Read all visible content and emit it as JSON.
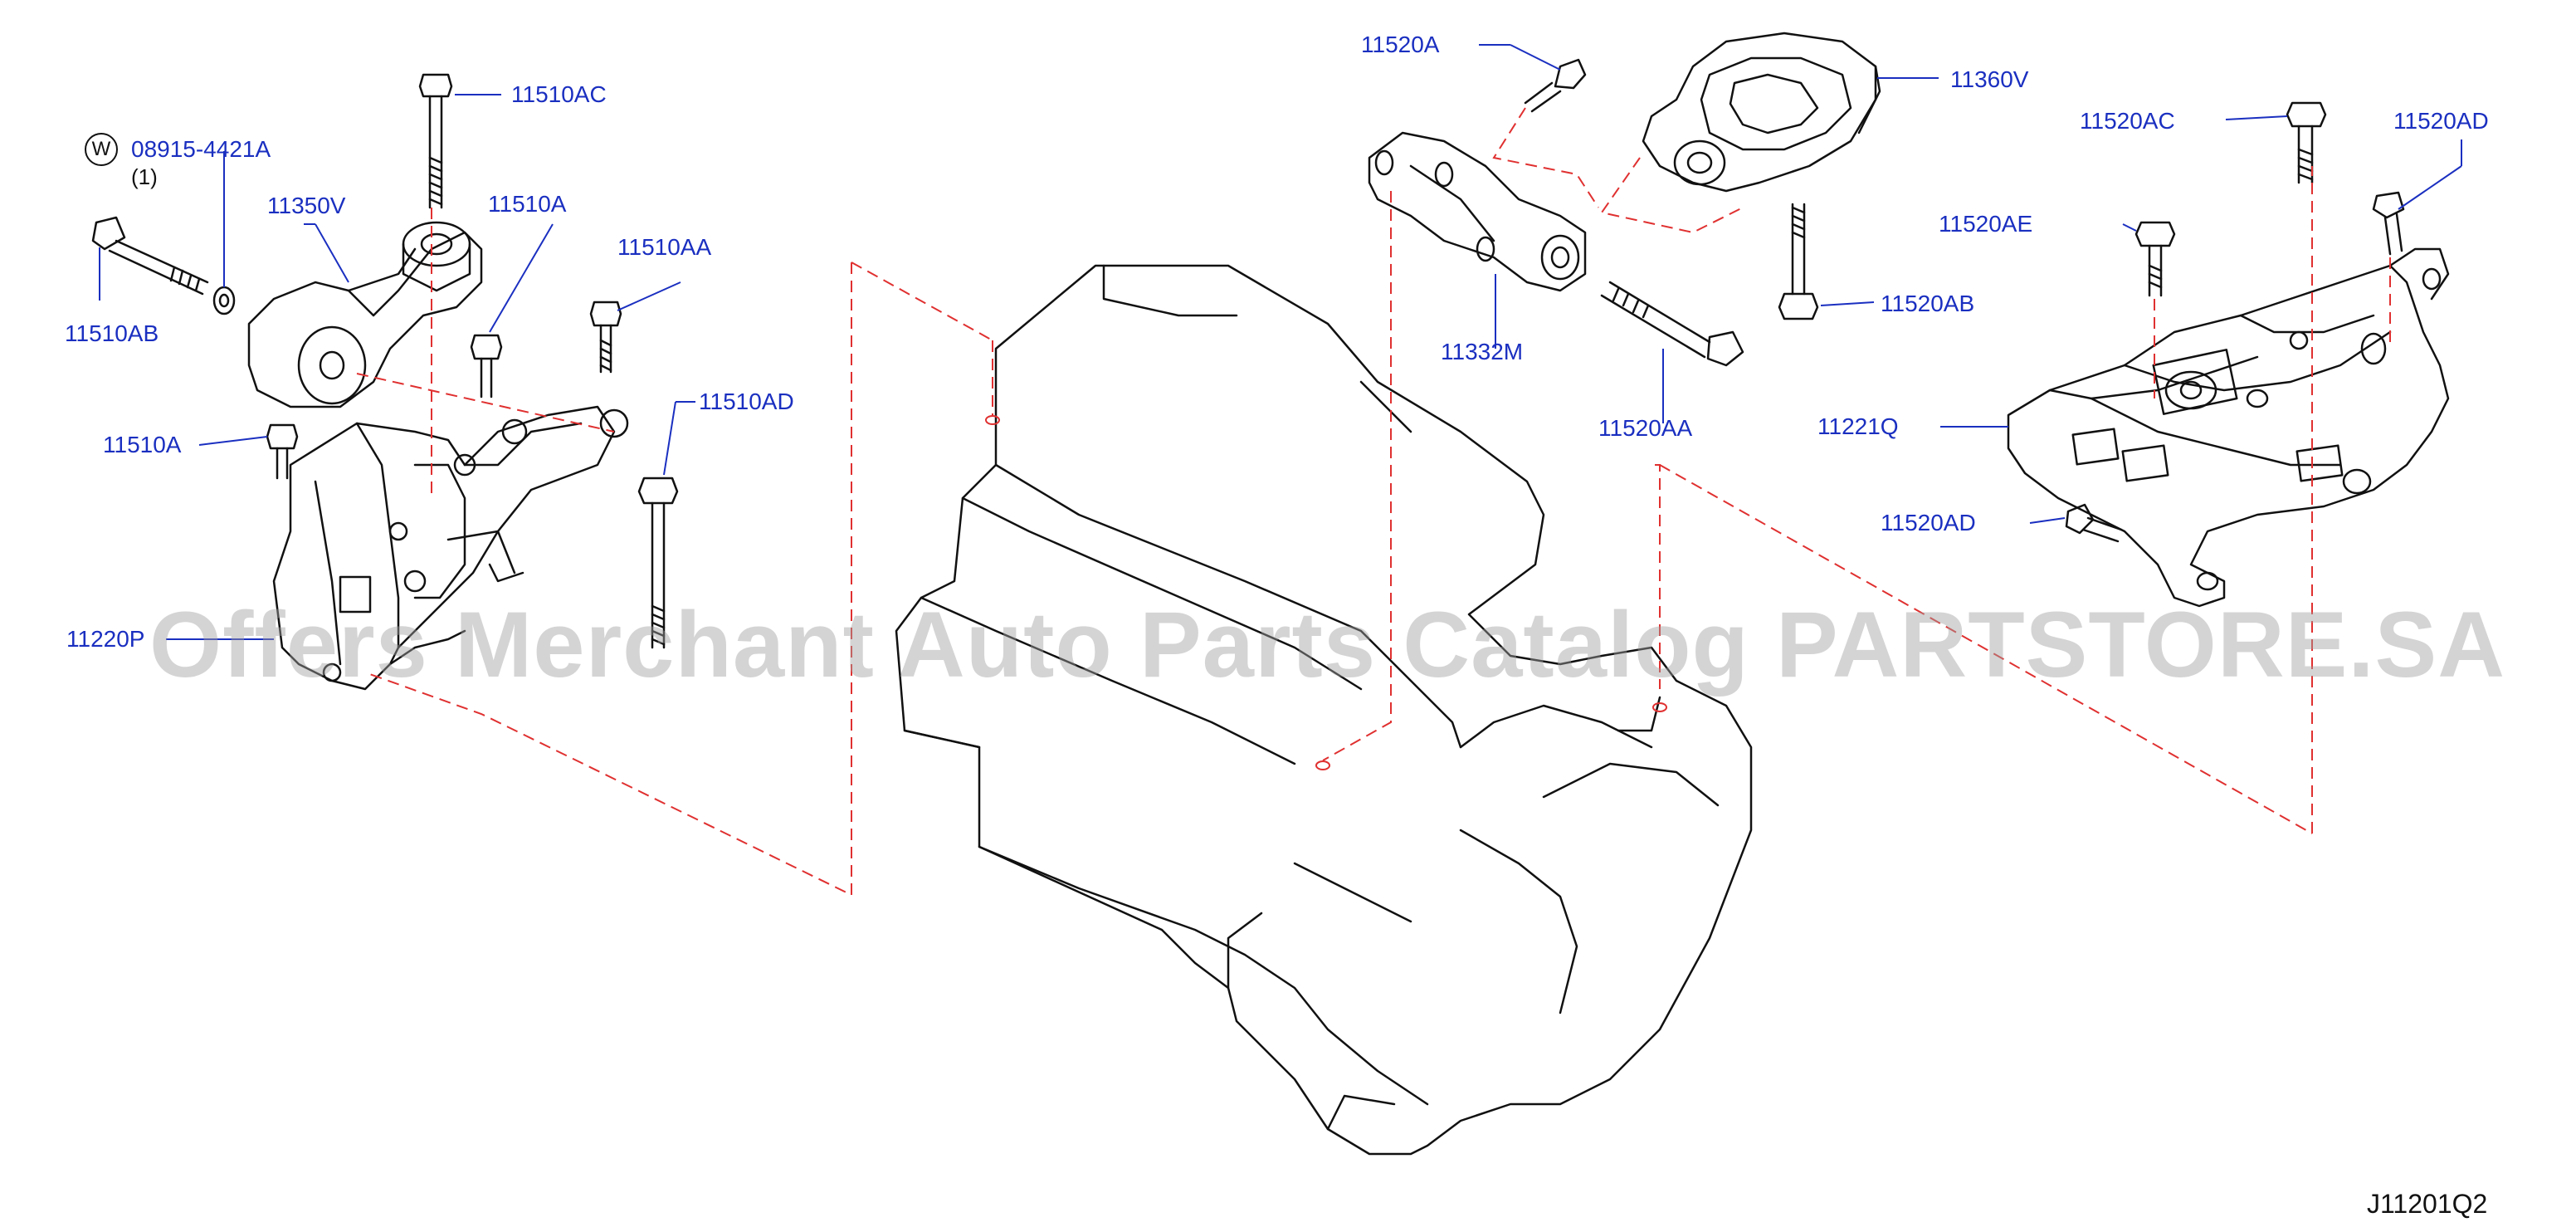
{
  "labels": {
    "p11510AC": "11510AC",
    "p08915": "08915-4421A",
    "p08915_qty": "(1)",
    "w_symbol": "W",
    "p11350V": "11350V",
    "p11510A_upper": "11510A",
    "p11510AA": "11510AA",
    "p11510AB": "11510AB",
    "p11510AD": "11510AD",
    "p11510A_lower": "11510A",
    "p11220P": "11220P",
    "p11520A": "11520A",
    "p11360V": "11360V",
    "p11332M": "11332M",
    "p11520AA": "11520AA",
    "p11520AB": "11520AB",
    "p11520AC": "11520AC",
    "p11520AD_upper": "11520AD",
    "p11520AE": "11520AE",
    "p11221Q": "11221Q",
    "p11520AD_lower": "11520AD"
  },
  "watermark": "Offers Merchant Auto Parts Catalog PARTSTORE.SA",
  "diagram_code": "J11201Q2",
  "colors": {
    "label": "#1a2fc0",
    "dash": "#e03030",
    "line": "#111111",
    "watermark": "#a0a0a0"
  }
}
